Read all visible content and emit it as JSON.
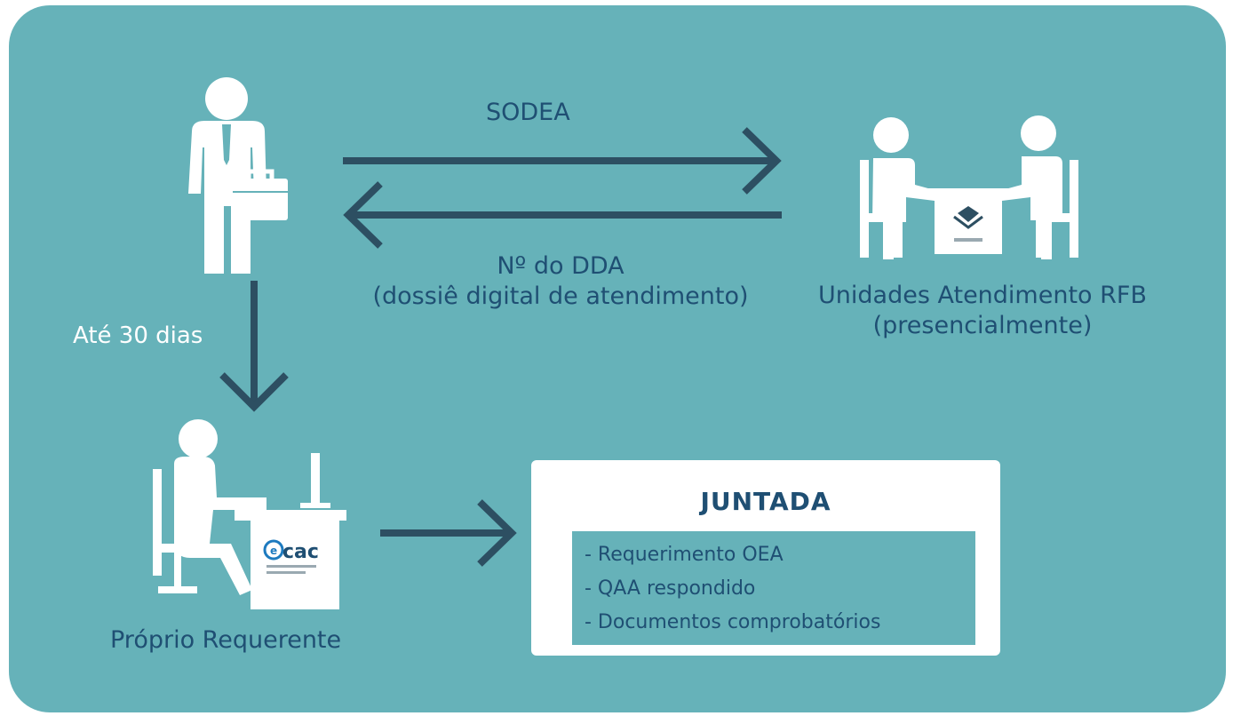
{
  "labels": {
    "sodea": "SODEA",
    "dda_line1": "Nº do DDA",
    "dda_line2": "(dossiê digital de atendimento)",
    "units_line1": "Unidades Atendimento RFB",
    "units_line2": "(presencialmente)",
    "deadline": "Até 30 dias",
    "requester": "Próprio Requerente",
    "ecac": "cac"
  },
  "juntada": {
    "title": "JUNTADA",
    "items": [
      "- Requerimento OEA",
      "- QAA respondido",
      "- Documentos comprobatórios"
    ]
  },
  "colors": {
    "background": "#66b2b9",
    "arrow": "#2d4f62",
    "text": "#1f4f73",
    "icon": "#ffffff"
  },
  "icons": {
    "businessman": "businessman-icon",
    "meeting": "service-desk-meeting-icon",
    "computer_user": "computer-user-icon"
  }
}
